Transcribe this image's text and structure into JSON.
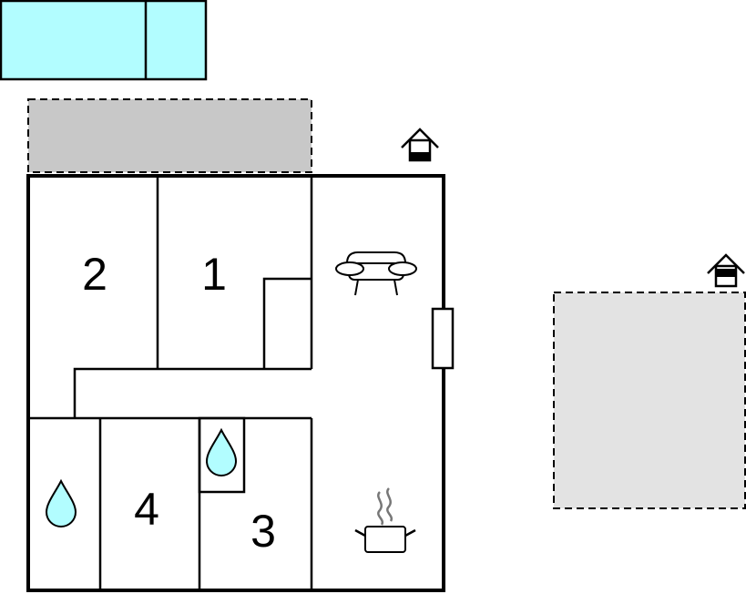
{
  "rooms": [
    {
      "number": "1"
    },
    {
      "number": "2"
    },
    {
      "number": "3"
    },
    {
      "number": "4"
    }
  ],
  "colors": {
    "pool": "#b2fdff",
    "terrace": "#c8c8c8",
    "outdoor_area": "#e3e3e3",
    "water": "#b2fdff",
    "wall": "#000000",
    "background": "#ffffff"
  },
  "icons": {
    "pool": "pool-icon",
    "terrace": "covered-terrace-icon",
    "outdoor_area": "outdoor-area-icon",
    "house": "house-icon",
    "sofa": "sofa-icon",
    "shower": "shower-drop-icon",
    "cooking": "cooking-pot-icon",
    "fireplace": "fireplace-icon"
  }
}
